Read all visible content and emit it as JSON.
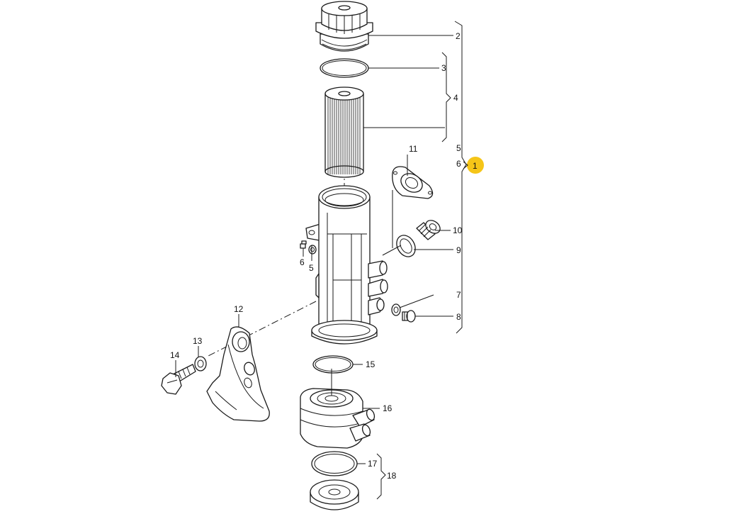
{
  "callouts": {
    "c1": "1",
    "c2": "2",
    "c3": "3",
    "c4": "4",
    "c5": "5",
    "c6": "6",
    "c5b": "5",
    "c6b": "6",
    "c7": "7",
    "c8": "8",
    "c9": "9",
    "c10": "10",
    "c11": "11",
    "c12": "12",
    "c13": "13",
    "c14": "14",
    "c15": "15",
    "c16": "16",
    "c17": "17",
    "c18": "18"
  },
  "colors": {
    "highlight": "#f5c518",
    "line": "#1a1a1a"
  }
}
